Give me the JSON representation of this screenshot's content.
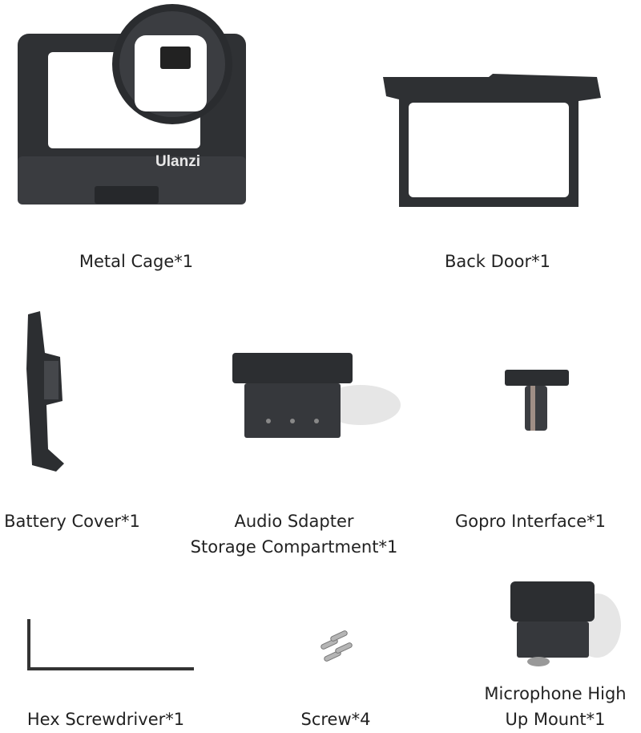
{
  "brand_logo": "Ulanzi",
  "items": [
    {
      "label": "Metal Cage*1"
    },
    {
      "label": "Back Door*1"
    },
    {
      "label": "Battery Cover*1"
    },
    {
      "label_line1": "Audio Sdapter",
      "label_line2": "Storage Compartment*1"
    },
    {
      "label": "Gopro Interface*1"
    },
    {
      "label": "Hex Screwdriver*1"
    },
    {
      "label": "Screw*4"
    },
    {
      "label_line1": "Microphone High",
      "label_line2": "Up Mount*1"
    }
  ],
  "colors": {
    "metal": "#2b2d30",
    "metal_edge": "#4a4c50",
    "shadow": "#d8d8d8"
  }
}
